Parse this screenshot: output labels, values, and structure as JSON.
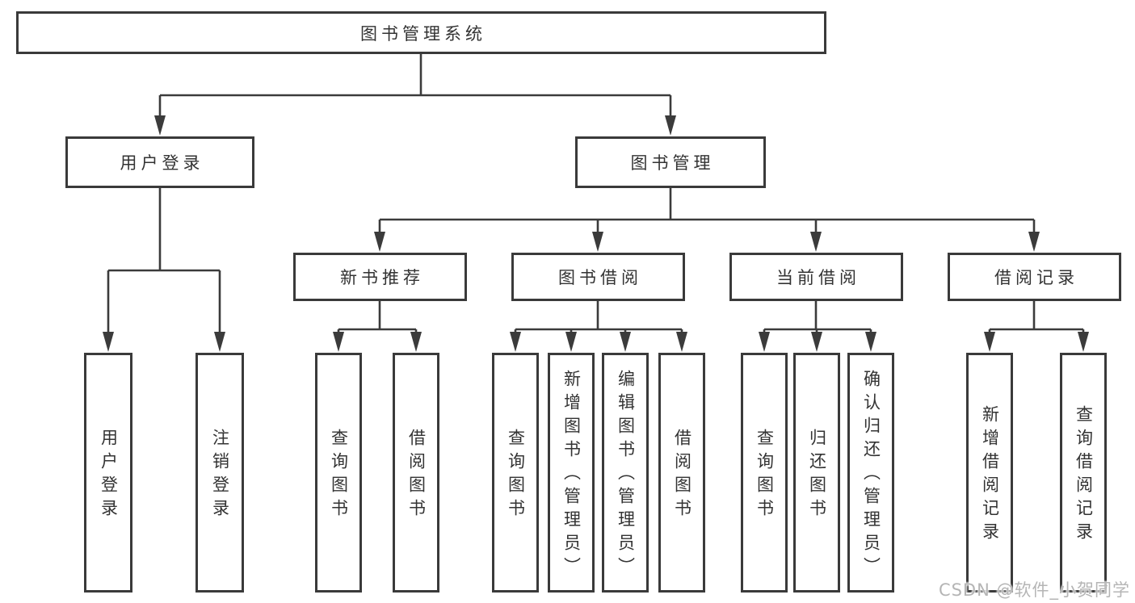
{
  "diagram": {
    "root": {
      "label": "图书管理系统"
    },
    "level2": [
      {
        "id": "user-login",
        "label": "用户登录"
      },
      {
        "id": "book-management",
        "label": "图书管理"
      }
    ],
    "level3": [
      {
        "id": "new-book-recommendation",
        "parent": "book-management",
        "label": "新书推荐"
      },
      {
        "id": "book-borrowing",
        "parent": "book-management",
        "label": "图书借阅"
      },
      {
        "id": "current-borrowing",
        "parent": "book-management",
        "label": "当前借阅"
      },
      {
        "id": "borrowing-records",
        "parent": "book-management",
        "label": "借阅记录"
      }
    ],
    "leaves": [
      {
        "group": "user-login",
        "label": "用户登录"
      },
      {
        "group": "user-login",
        "label": "注销登录"
      },
      {
        "group": "new-book-recommendation",
        "label": "查询图书"
      },
      {
        "group": "new-book-recommendation",
        "label": "借阅图书"
      },
      {
        "group": "book-borrowing",
        "label": "查询图书"
      },
      {
        "group": "book-borrowing",
        "label": "新增图书（管理员）"
      },
      {
        "group": "book-borrowing",
        "label": "编辑图书（管理员）"
      },
      {
        "group": "book-borrowing",
        "label": "借阅图书"
      },
      {
        "group": "current-borrowing",
        "label": "查询图书"
      },
      {
        "group": "current-borrowing",
        "label": "归还图书"
      },
      {
        "group": "current-borrowing",
        "label": "确认归还（管理员）"
      },
      {
        "group": "borrowing-records",
        "label": "新增借阅记录"
      },
      {
        "group": "borrowing-records",
        "label": "查询借阅记录"
      }
    ],
    "colors": {
      "line": "#3b3b3b",
      "box_border": "#3a3a3a",
      "box_fill": "#ffffff",
      "text": "#333333",
      "watermark": "#b5b5b5",
      "background": "#ffffff"
    }
  },
  "watermark": {
    "text": "CSDN @软件_小贺同学"
  }
}
